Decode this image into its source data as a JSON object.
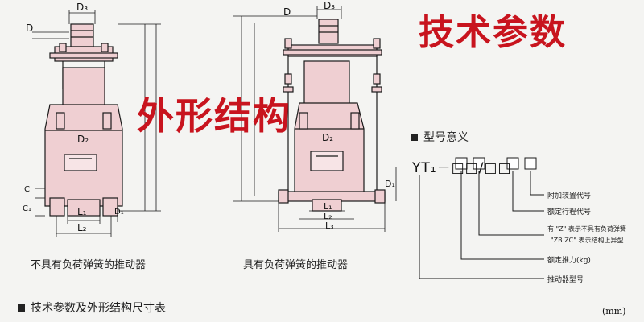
{
  "titles": {
    "technical_params": "技术参数",
    "outline_structure": "外形结构"
  },
  "captions": {
    "left_device": "不具有负荷弹簧的推动器",
    "right_device": "具有负荷弹簧的推动器"
  },
  "model_meaning": {
    "heading": "型号意义",
    "code": "YT₁－□□/□□",
    "items": [
      "附加装置代号",
      "额定行程代号",
      "有 \"Z\" 表示不具有负荷弹簧",
      "\"ZB.ZC\" 表示结构上异型",
      "额定推力(kg)",
      "推动器型号"
    ]
  },
  "dimension_labels": {
    "d3": "D₃",
    "d2": "D₂",
    "d1": "D₁",
    "d": "D",
    "c": "C",
    "c1": "C₁",
    "l1": "L₁",
    "l2": "L₂",
    "l3": "L₃"
  },
  "bottom": {
    "section_title": "技术参数及外形结构尺寸表",
    "unit": "(mm)"
  },
  "colors": {
    "body_fill": "#efcfd2",
    "body_stroke": "#1a1a1a",
    "title_red": "#c8141e"
  }
}
